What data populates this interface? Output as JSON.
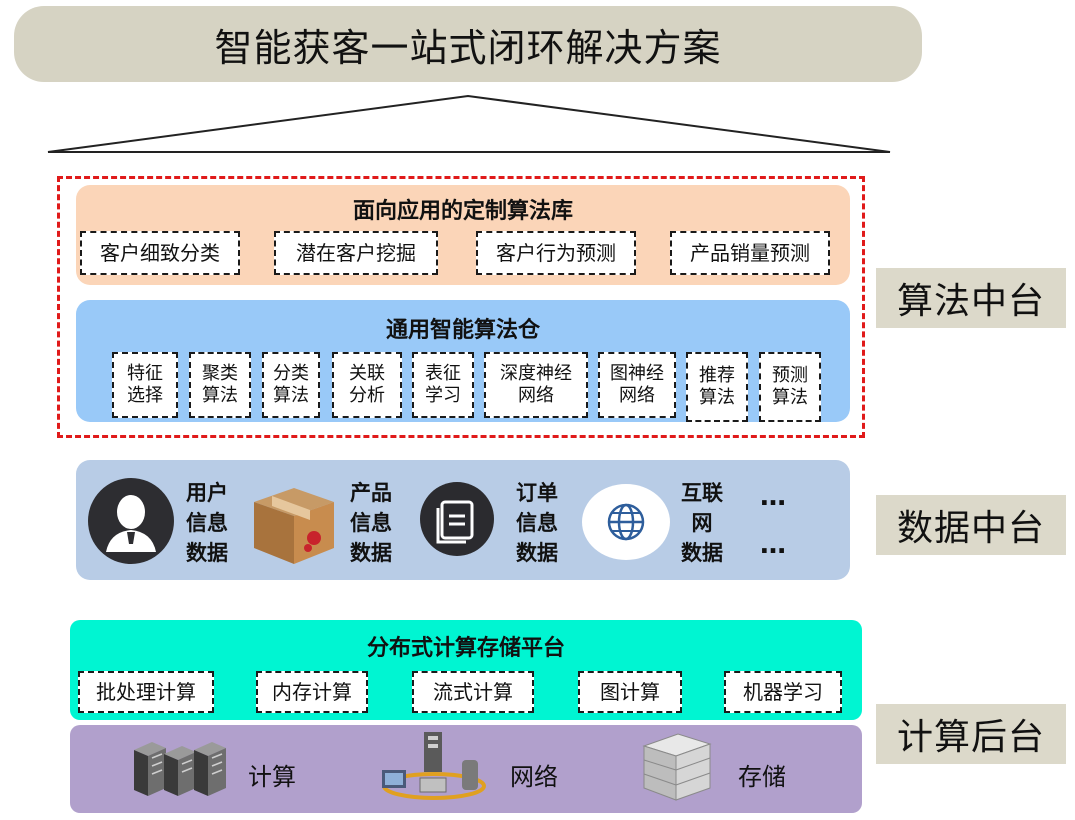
{
  "title": "智能获客一站式闭环解决方案",
  "algorithm_platform": {
    "label": "算法中台",
    "application_library": {
      "title": "面向应用的定制算法库",
      "items": [
        "客户细致分类",
        "潜在客户挖掘",
        "客户行为预测",
        "产品销量预测"
      ]
    },
    "general_warehouse": {
      "title": "通用智能算法仓",
      "items": [
        {
          "line1": "特征",
          "line2": "选择"
        },
        {
          "line1": "聚类",
          "line2": "算法"
        },
        {
          "line1": "分类",
          "line2": "算法"
        },
        {
          "line1": "关联",
          "line2": "分析"
        },
        {
          "line1": "表征",
          "line2": "学习"
        },
        {
          "line1": "深度神经",
          "line2": "网络"
        },
        {
          "line1": "图神经",
          "line2": "网络"
        },
        {
          "line1": "推荐",
          "line2": "算法"
        },
        {
          "line1": "预测",
          "line2": "算法"
        }
      ]
    }
  },
  "data_platform": {
    "label": "数据中台",
    "items": [
      {
        "icon": "user-icon",
        "line1": "用户",
        "line2": "信息",
        "line3": "数据"
      },
      {
        "icon": "package-icon",
        "line1": "产品",
        "line2": "信息",
        "line3": "数据"
      },
      {
        "icon": "document-icon",
        "line1": "订单",
        "line2": "信息",
        "line3": "数据"
      },
      {
        "icon": "globe-icon",
        "line1": "互联",
        "line2": "网",
        "line3": "数据"
      }
    ],
    "ellipsis_top": "…",
    "ellipsis_bottom": "…"
  },
  "compute_backend": {
    "label": "计算后台",
    "distributed": {
      "title": "分布式计算存储平台",
      "items": [
        "批处理计算",
        "内存计算",
        "流式计算",
        "图计算",
        "机器学习"
      ]
    },
    "hardware": [
      {
        "icon": "server-rack-icon",
        "label": "计算"
      },
      {
        "icon": "network-icon",
        "label": "网络"
      },
      {
        "icon": "storage-icon",
        "label": "存储"
      }
    ]
  }
}
